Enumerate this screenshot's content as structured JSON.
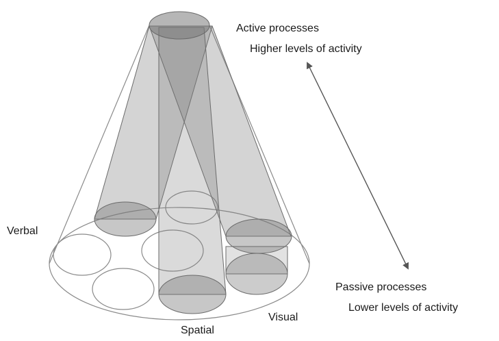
{
  "labels": {
    "active_title": "Active processes",
    "active_sub": "Higher levels of activity",
    "passive_title": "Passive processes",
    "passive_sub": "Lower levels of activity",
    "verbal": "Verbal",
    "spatial": "Spatial",
    "visual": "Visual"
  },
  "colors": {
    "cylinder_fill": "#7a7a7a",
    "outline": "#8a8a8a",
    "arrow": "#555555",
    "text": "#1a1a1a"
  }
}
